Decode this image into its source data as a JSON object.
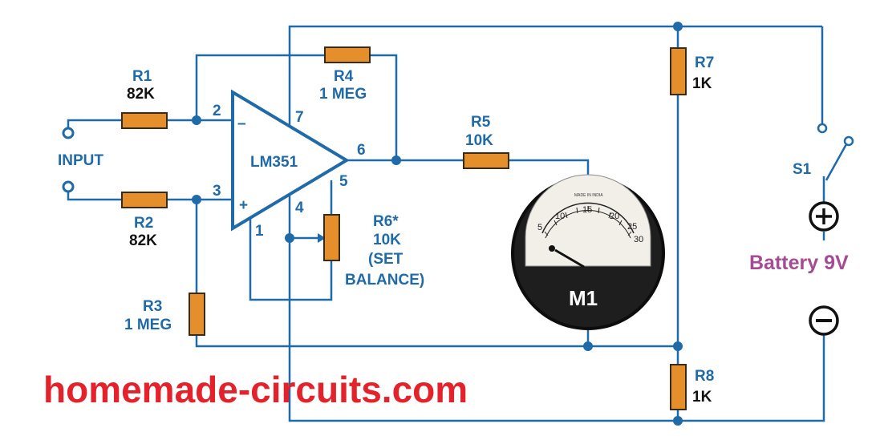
{
  "ic": {
    "name": "LM351",
    "pin2": "2",
    "pin3": "3",
    "pin7": "7",
    "pin6": "6",
    "pin5": "5",
    "pin4": "4",
    "pin1": "1",
    "minus": "–",
    "plus": "+"
  },
  "input_label": "INPUT",
  "r1": {
    "name": "R1",
    "value": "82K"
  },
  "r2": {
    "name": "R2",
    "value": "82K"
  },
  "r3": {
    "name": "R3",
    "value": "1 MEG"
  },
  "r4": {
    "name": "R4",
    "value": "1 MEG"
  },
  "r5": {
    "name": "R5",
    "value": "10K"
  },
  "r6": {
    "name": "R6*",
    "value": "10K",
    "note_line1": "(SET",
    "note_line2": "BALANCE)"
  },
  "r7": {
    "name": "R7",
    "value": "1K"
  },
  "r8": {
    "name": "R8",
    "value": "1K"
  },
  "switch_label": "S1",
  "battery_label": "Battery 9V",
  "meter": {
    "label": "M1",
    "scale": [
      "5",
      "10",
      "15",
      "20",
      "25",
      "30"
    ],
    "brand": "MADE IN INDIA"
  },
  "watermark": "homemade-circuits.com",
  "colors": {
    "wire": "#1f6aa8",
    "resistor": "#e58f2c",
    "watermark": "#e3222b",
    "battery_label": "#a54a93"
  }
}
